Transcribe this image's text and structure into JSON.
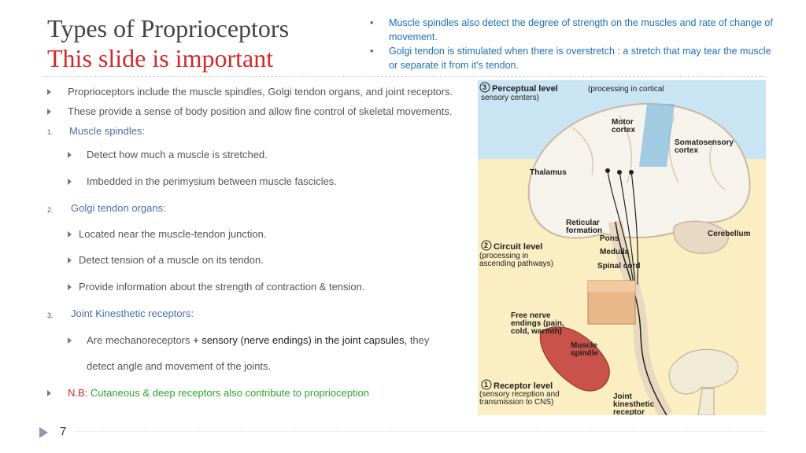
{
  "title": {
    "line1": "Types of Proprioceptors",
    "line2": "This slide is important"
  },
  "top_notes": [
    "Muscle spindles also detect the degree of strength on the muscles and rate of change of movement.",
    "Golgi tendon is stimulated when there is overstretch : a stretch that may tear the muscle or separate it from it's tendon."
  ],
  "bullets": {
    "b1": "Proprioceptors include the muscle spindles, Golgi tendon organs, and joint receptors.",
    "b2": "These provide a sense of body position and allow fine control of skeletal movements."
  },
  "sections": {
    "s1": {
      "num": "1.",
      "heading": "Muscle spindles:",
      "items": [
        "Detect how much a muscle is stretched.",
        "Imbedded in the perimysium between muscle fascicles."
      ]
    },
    "s2": {
      "num": "2.",
      "heading": "Golgi tendon organs:",
      "items": [
        "Located near the muscle-tendon junction.",
        "Detect tension of a muscle on its tendon.",
        "Provide information about the  strength of contraction & tension."
      ]
    },
    "s3": {
      "num": "3.",
      "heading": "Joint Kinesthetic receptors:",
      "item_a": "Are mechanoreceptors ",
      "item_b": "+ sensory (nerve endings) in the joint  capsules,",
      "item_c": " they",
      "item_d": "detect angle and  movement of the joints."
    }
  },
  "nb": {
    "label": "N.B:",
    "text": " Cutaneous & deep receptors also  contribute to proprioception"
  },
  "figure": {
    "perceptual_level": "Perceptual level",
    "perceptual_desc": "(processing in cortical",
    "perceptual_desc2": "sensory centers)",
    "perceptual_num": "3",
    "motor_cortex": [
      "Motor",
      "cortex"
    ],
    "somatosensory": [
      "Somatosensory",
      "cortex"
    ],
    "thalamus": "Thalamus",
    "reticular": [
      "Reticular",
      "formation"
    ],
    "cerebellum": "Cerebellum",
    "pons": "Pons",
    "medulla": "Medulla",
    "spinal_cord": "Spinal cord",
    "circuit_level": "Circuit level",
    "circuit_num": "2",
    "circuit_desc": [
      "(processing in",
      "ascending pathways)"
    ],
    "free_nerve": [
      "Free nerve",
      "endings (pain,",
      "cold, warmth)"
    ],
    "muscle_spindle": [
      "Muscle",
      "spindle"
    ],
    "receptor_level": "Receptor level",
    "receptor_num": "1",
    "receptor_desc": [
      "(sensory reception and",
      "transmission to CNS)"
    ],
    "joint": [
      "Joint",
      "kinesthetic",
      "receptor"
    ]
  },
  "page_number": "7",
  "colors": {
    "title_red": "#d62828",
    "note_blue": "#1e6fb8",
    "heading_blue": "#4a6fa5",
    "nb_green": "#2aa62a"
  }
}
